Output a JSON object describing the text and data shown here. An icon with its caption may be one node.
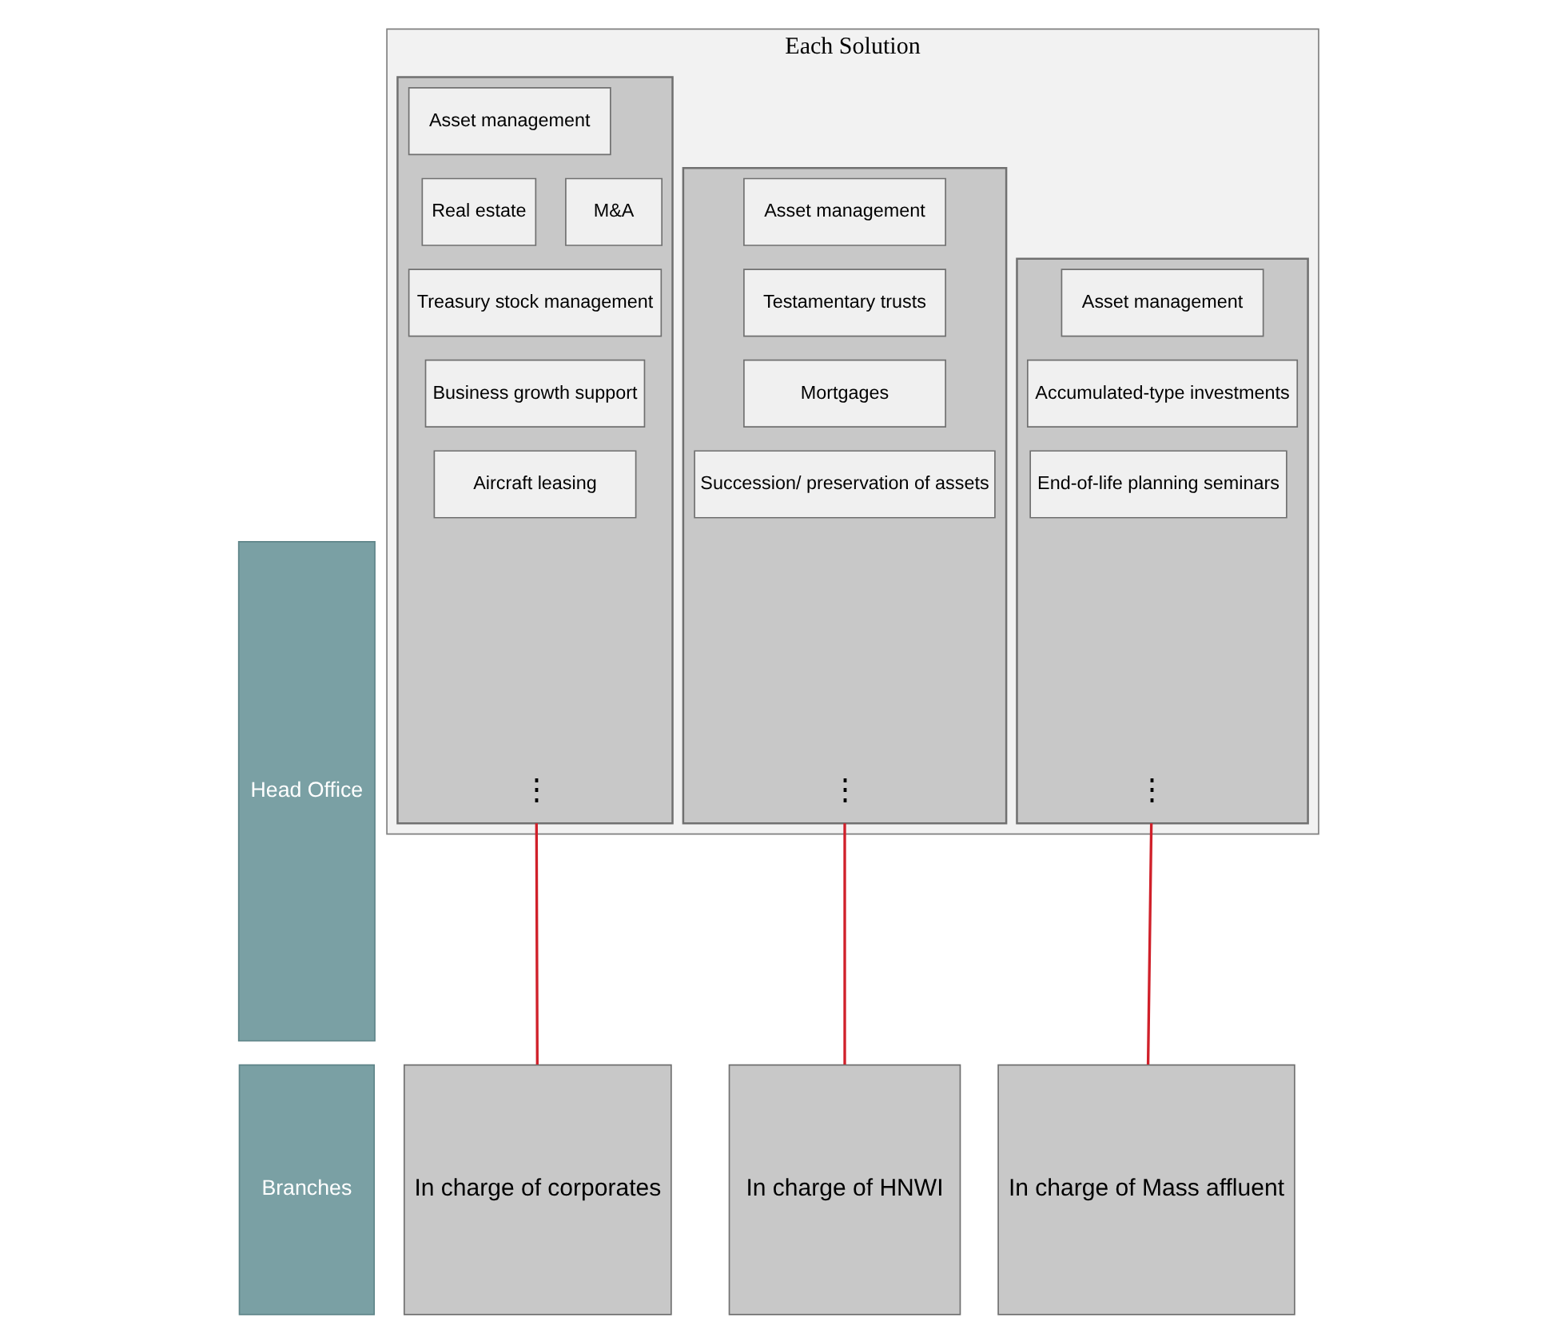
{
  "diagram": {
    "nodes": [
      {
        "text": [
          "Head Office"
        ]
      },
      {
        "text": [
          "Each Solution"
        ]
      },
      {
        "text": [],
        "shape": "box",
        "in": 1
      },
      {
        "text": [
          "Asset management"
        ],
        "in": 2
      },
      {
        "text": [
          "Real estate"
        ],
        "in": 2
      },
      {
        "text": [
          "M&A"
        ],
        "in": 2
      },
      {
        "text": [
          "Treasury stock management"
        ],
        "in": 2
      },
      {
        "text": [
          "Business growth support"
        ],
        "in": 2
      },
      {
        "text": [
          "Aircraft leasing"
        ],
        "in": 2
      },
      {
        "text": [],
        "shape": "box",
        "in": 1
      },
      {
        "text": [
          "Asset management"
        ],
        "in": 9
      },
      {
        "text": [
          "Testamentary trusts"
        ],
        "in": 9
      },
      {
        "text": [
          "Mortgages"
        ],
        "in": 9
      },
      {
        "text": [
          "Succession/ preservation of assets"
        ],
        "in": 9
      },
      {
        "text": [],
        "shape": "box",
        "in": 1
      },
      {
        "text": [
          "Asset management"
        ],
        "in": 14
      },
      {
        "text": [
          "Accumulated-type investments"
        ],
        "in": 14
      },
      {
        "text": [
          "End-of-life planning seminars"
        ],
        "in": 14
      },
      {
        "text": [
          "Branches"
        ]
      },
      {
        "text": [
          "In charge of corporates"
        ]
      },
      {
        "text": [
          "In charge of HNWI"
        ]
      },
      {
        "text": [
          "In charge of Mass affluent"
        ]
      }
    ],
    "edges": [
      {
        "from": 2,
        "to": 19,
        "arrow": "none"
      },
      {
        "from": 9,
        "to": 20,
        "arrow": "none"
      },
      {
        "from": 14,
        "to": 21,
        "arrow": "none"
      }
    ],
    "labels": [
      "⋮",
      "⋮",
      "⋮"
    ]
  }
}
